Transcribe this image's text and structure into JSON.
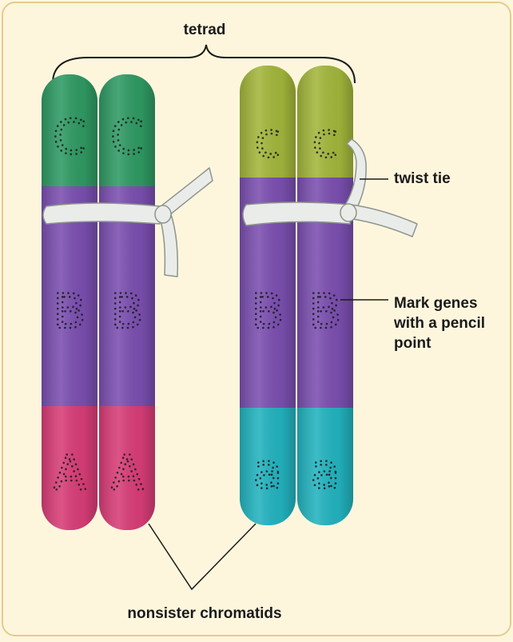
{
  "labels": {
    "tetrad": "tetrad",
    "twist_tie": "twist tie",
    "mark_genes": "Mark genes\nwith a pencil\npoint",
    "nonsister": "nonsister chromatids"
  },
  "chromatids": [
    {
      "name": "chromatid-1",
      "genes": {
        "top": "C",
        "middle": "B",
        "bottom": "A"
      }
    },
    {
      "name": "chromatid-2",
      "genes": {
        "top": "C",
        "middle": "B",
        "bottom": "A"
      }
    },
    {
      "name": "chromatid-3",
      "genes": {
        "top": "c",
        "middle": "B",
        "bottom": "a"
      }
    },
    {
      "name": "chromatid-4",
      "genes": {
        "top": "c",
        "middle": "B",
        "bottom": "a"
      }
    }
  ],
  "colors": {
    "background": "#fdf6dd",
    "border": "#e6cc8a",
    "dominant_c_green": "#2f9a63",
    "recessive_c_olive": "#a3b63b",
    "b_purple": "#7b4fb0",
    "dominant_a_pink": "#d83d77",
    "recessive_a_teal": "#22b3bf",
    "twist_tie": "#e9ece9"
  }
}
